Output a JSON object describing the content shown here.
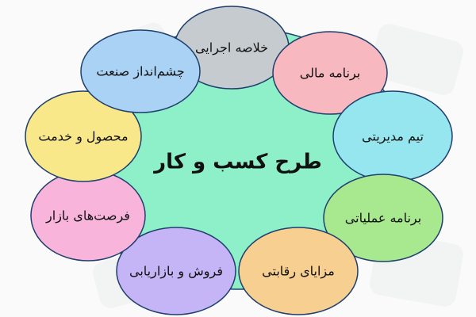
{
  "center": {
    "label": "طرح کسب و کار",
    "color": "#8ef0c8"
  },
  "nodes": [
    {
      "label": "خلاصه اجرایی",
      "color": "#c6cbcf"
    },
    {
      "label": "برنامه مالی",
      "color": "#f8b8c0"
    },
    {
      "label": "تیم مدیریتی",
      "color": "#95e6ef"
    },
    {
      "label": "برنامه عملیاتی",
      "color": "#a8e88f"
    },
    {
      "label": "مزایای رقابتی",
      "color": "#f7cf91"
    },
    {
      "label": "فروش و بازاریابی",
      "color": "#c5b5f7"
    },
    {
      "label": "فرصت‌های بازار",
      "color": "#f9b4dc"
    },
    {
      "label": "محصول و خدمت",
      "color": "#f8e88a"
    },
    {
      "label": "چشم‌انداز صنعت",
      "color": "#a9d2f5"
    }
  ]
}
